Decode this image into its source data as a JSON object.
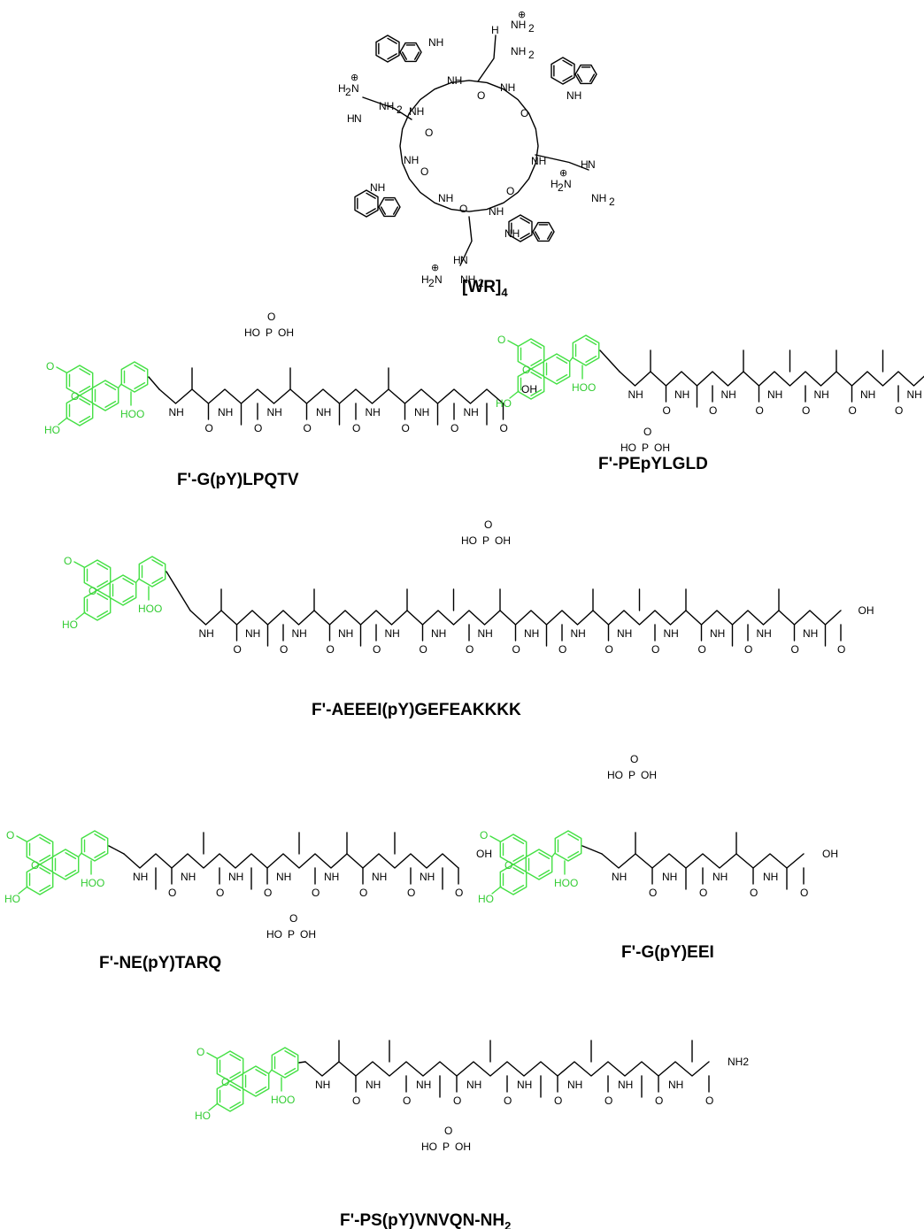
{
  "compounds": [
    {
      "name": "[WR]",
      "subscript": "4"
    },
    {
      "name": "F'-G(pY)LPQTV"
    },
    {
      "name": "F'-PEpYLGLD"
    },
    {
      "name": "F'-AEEEI(pY)GEFEAKKKK"
    },
    {
      "name": "F'-NE(pY)TARQ"
    },
    {
      "name": "F'-G(pY)EEI"
    },
    {
      "name": "F'-PS(pY)VNVQN-NH",
      "subscript": "2"
    }
  ],
  "atoms": {
    "NH": "NH",
    "N": "N",
    "H": "H",
    "NH2": "NH",
    "two": "2",
    "O": "O",
    "OH": "OH",
    "HO": "HO",
    "P": "P",
    "COOH": "OH",
    "H2N": "H",
    "charge": "⊕"
  },
  "colors": {
    "fluorescein": "#33cc33",
    "bond": "#000000",
    "background": "#ffffff"
  }
}
